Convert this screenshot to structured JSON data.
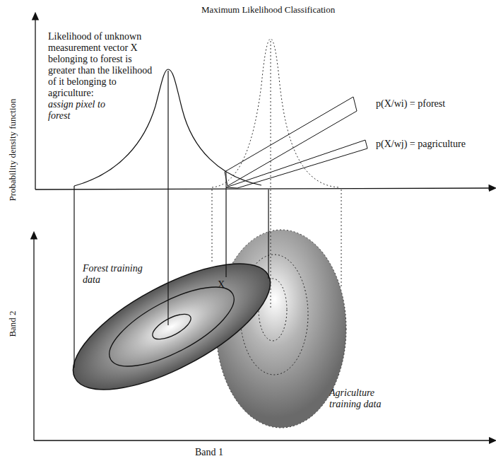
{
  "diagram": {
    "title": "Maximum Likelihood Classification",
    "nodes": [
      {
        "text": [
          "Forest training data"
        ]
      },
      {
        "text": [
          "Agriculture training data"
        ]
      }
    ],
    "labels": [
      "Probability density function",
      "Likelihood of unknown measurement vector X belonging to forest is greater than the likelihood of it belonging to agriculture:",
      "assign pixel to forest",
      "p(X/wi) = pforest",
      "p(X/wj) = pagriculture",
      "X",
      "Band 2",
      "Band 1"
    ]
  }
}
